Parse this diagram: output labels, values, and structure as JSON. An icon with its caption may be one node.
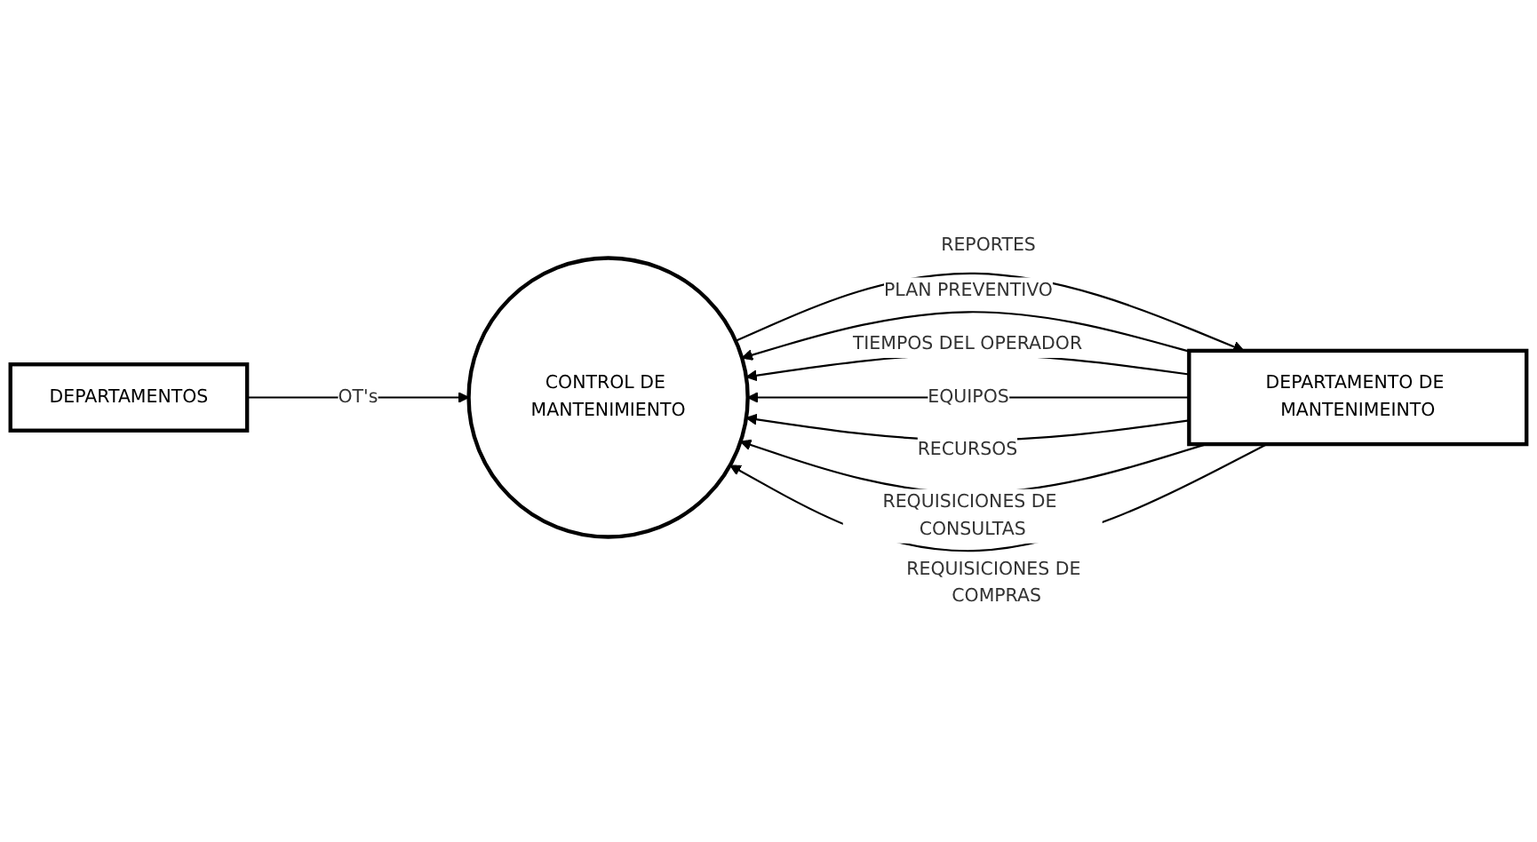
{
  "diagram": {
    "nodes": [
      {
        "text": [
          "DEPARTAMENTOS"
        ]
      },
      {
        "text": [
          "CONTROL DE MANTENIMIENTO"
        ]
      },
      {
        "text": [
          "DEPARTAMENTO DE MANTENIMEINTO"
        ]
      }
    ],
    "edges": [
      {
        "from": 0,
        "to": 1,
        "arrow": "to",
        "label": "OT's"
      },
      {
        "from": 2,
        "to": 1,
        "arrow": "to",
        "label": "PLAN PREVENTIVO"
      },
      {
        "from": 2,
        "to": 1,
        "arrow": "to",
        "label": "TIEMPOS DEL OPERADOR"
      },
      {
        "from": 2,
        "to": 1,
        "arrow": "to",
        "label": "EQUIPOS"
      },
      {
        "from": 2,
        "to": 1,
        "arrow": "to",
        "label": "RECURSOS"
      },
      {
        "from": 1,
        "to": 2,
        "arrow": "to",
        "label": "REPORTES"
      },
      {
        "from": 2,
        "to": 1,
        "arrow": "to",
        "label": "REQUISICIONES DE CONSULTAS"
      },
      {
        "from": 2,
        "to": 1,
        "arrow": "to",
        "label": "REQUISICIONES DE COMPRAS"
      }
    ]
  }
}
